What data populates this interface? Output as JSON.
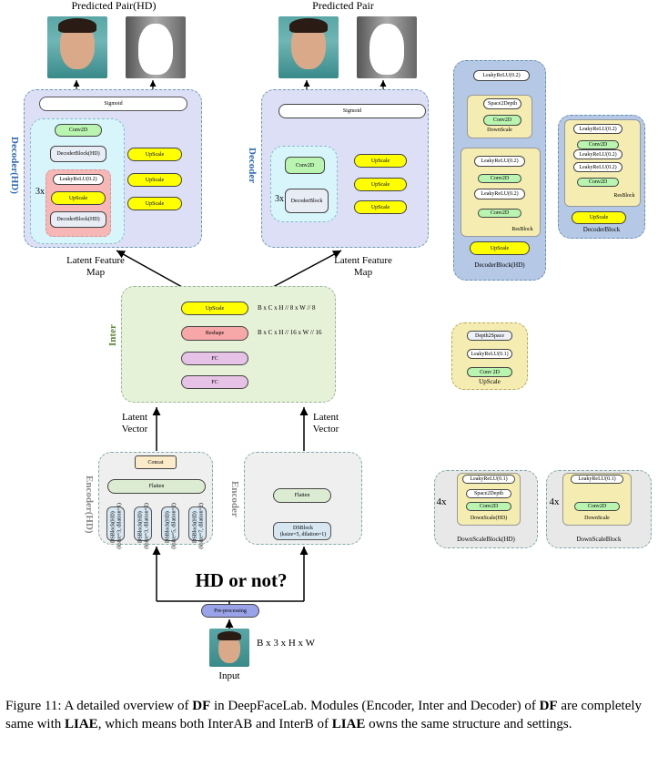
{
  "titles": {
    "pred_hd": "Predicted Pair(HD)",
    "pred": "Predicted Pair"
  },
  "decoder_hd": {
    "label": "Decoder(HD)",
    "sigmoid": "Sigmoid",
    "conv": "Conv2D",
    "dec_block": "DecoderBlock(HD)",
    "leaky": "LeakyReLU(0.2)",
    "upscale": "UpScale",
    "dec_block2": "DecoderBlock(HD)",
    "repeat": "3x",
    "right": [
      "UpScale",
      "UpScale",
      "UpScale"
    ]
  },
  "decoder": {
    "label": "Decoder",
    "sigmoid": "Sigmoid",
    "conv": "Conv2D",
    "block": "DecoderBlock",
    "repeat": "3x",
    "right": [
      "UpScale",
      "UpScale",
      "UpScale"
    ]
  },
  "latent_map": {
    "left": "Latent Feature\nMap",
    "right": "Latent Feature\nMap"
  },
  "inter": {
    "label": "Inter",
    "upscale": "UpScale",
    "reshape": "Reshape",
    "fc1": "FC",
    "fc2": "FC",
    "dim1": "B x C x H // 8 x W // 8",
    "dim2": "B x C x H // 16 x W // 16"
  },
  "latent_vec": {
    "left": "Latent\nVector",
    "right": "Latent\nVector"
  },
  "encoder_hd": {
    "label": "Encoder(HD)",
    "concat": "Concat",
    "flatten": "Flatten",
    "blocks": [
      {
        "name": "DSBlock(HD)",
        "params": "(ksize=3, dilation=1)"
      },
      {
        "name": "DSBlock(HD)",
        "params": "(ksize=3, dilation=2)"
      },
      {
        "name": "DSBlock(HD)",
        "params": "(ksize=5, dilation=2)"
      },
      {
        "name": "DSBlock(HD)",
        "params": "(ksize=7, dilation=2)"
      }
    ]
  },
  "encoder": {
    "label": "Encoder",
    "flatten": "Flatten",
    "block": "DSBlock",
    "params": "(ksize=5, dilation=1)"
  },
  "hd_or_not": "HD or not?",
  "preproc": "Pre-processing",
  "input_dim": "B x 3 x H x W",
  "input": "Input",
  "dec_block_hd_detail": {
    "leaky_top": "LeakyReLU(0.2)",
    "s2d": "Space2Depth",
    "conv": "Conv2D",
    "downscale": "DownScale",
    "leaky1": "LeakyReLU(0.2)",
    "conv2": "Conv2D",
    "leaky2": "LeakyReLU(0.2)",
    "conv3": "Conv2D",
    "resblock": "ResBlock",
    "upscale": "UpScale",
    "title": "DecoderBlock(HD)"
  },
  "dec_block_detail": {
    "leaky1": "LeakyReLU(0.2)",
    "conv1": "Conv2D",
    "leaky2": "LeakyReLU(0.2)",
    "leaky3": "LeakyReLU(0.2)",
    "conv2": "Conv2D",
    "resblock": "ResBlock",
    "upscale": "UpScale",
    "title": "DecoderBlock"
  },
  "upscale_detail": {
    "d2s": "Depth2Space",
    "leaky": "LeakyReLU(0.1)",
    "conv": "Conv 2D",
    "title": "UpScale"
  },
  "dsb_hd_detail": {
    "leaky": "LeakyReLU(0.1)",
    "s2d": "Space2Depth",
    "conv": "Conv2D",
    "inner": "DownScale(HD)",
    "title": "DownScaleBlock(HD)",
    "repeat": "4x"
  },
  "dsb_detail": {
    "leaky": "LeakyReLU(0.1)",
    "conv": "Conv2D",
    "inner": "DownScale",
    "title": "DownScaleBlock",
    "repeat": "4x"
  },
  "caption": {
    "p1": "Figure 11: A detailed overview of ",
    "b1": "DF",
    "p2": " in DeepFaceLab. Modules (Encoder, Inter and Decoder) of ",
    "b2": "DF",
    "p3": " are completely same with ",
    "b3": "LIAE",
    "p4": ", which means both InterAB and InterB of ",
    "b4": "LIAE",
    "p5": " owns the same structure and settings."
  },
  "colors": {
    "green": "#b9f5b0",
    "yellow": "#ffff00",
    "pink": "#f7a7a7",
    "mauve": "#e6c2e6",
    "panel_blue": "#dcdff5",
    "panel_green": "#e6f2d8",
    "panel_gray": "#efefef",
    "cyan": "#d7f5fb",
    "cream": "#f4ecb0",
    "detail_blue": "#b5c9e6"
  }
}
